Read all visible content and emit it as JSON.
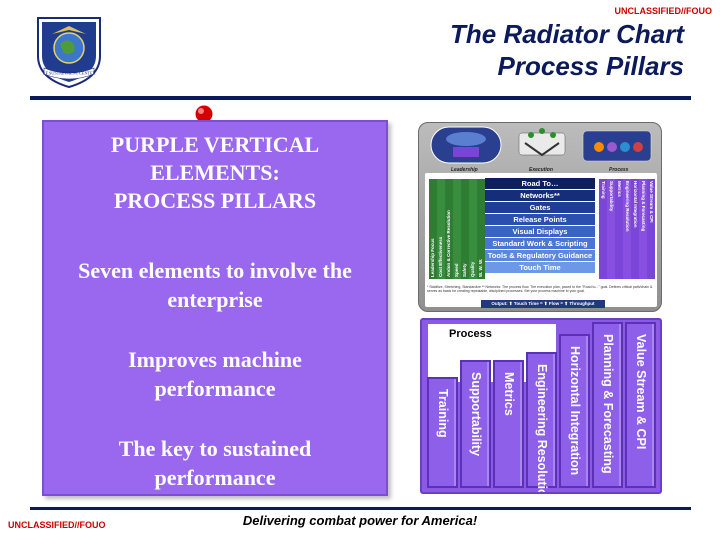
{
  "classification": "UNCLASSIFIED//FOUO",
  "logo": {
    "text": "AF SUSTAINMENT CENTER"
  },
  "title": {
    "line1": "The Radiator Chart",
    "line2": "Process Pillars"
  },
  "main_box": {
    "line1": "PURPLE VERTICAL",
    "line2": "ELEMENTS:",
    "line3": "PROCESS PILLARS",
    "para1_line1": "Seven elements to involve the",
    "para1_line2": "enterprise",
    "para2_line1": "Improves machine",
    "para2_line2": "performance",
    "para3_line1": "The key to sustained",
    "para3_line2": "performance"
  },
  "radiator": {
    "headers": [
      "Leadership",
      "Execution",
      "Process"
    ],
    "rows": [
      "Road To…",
      "Networks**",
      "Gates",
      "Release Points",
      "Visual Displays",
      "Standard Work & Scripting",
      "Tools & Regulatory Guidance",
      "Touch Time"
    ],
    "left_bars": [
      "Leadership Focus",
      "Cost Effectiveness",
      "Andon & Corrective Resolution",
      "Speed",
      "Safety",
      "Quality",
      "W. W. W."
    ],
    "right_bars": [
      "Training",
      "Supportability",
      "Metrics",
      "Engineering Resolution",
      "Horizontal Integration",
      "Planning & Forecasting",
      "Value Stream & CPI"
    ],
    "footnote": "* Stabilize, Stretching, Standardize   ** Networks: The process flow. The execution plan, paced to the \"Road to...\" goal. Defines critical path/chain & serves as basis for creating repeatable, disciplined processes. Set your process machine to your goal.",
    "output": "Output: ⬆ Touch Time = ⬆ Flow = ⬆ Throughput"
  },
  "pillars": {
    "label": "Process",
    "items": [
      "Training",
      "Supportability",
      "Metrics",
      "Engineering Resolution",
      "Horizontal Integration",
      "Planning & Forecasting",
      "Value Stream & CPI"
    ]
  },
  "tagline": "Delivering combat power for America!",
  "colors": {
    "navy": "#0b1a5c",
    "purple": "#9a67ef",
    "classification_red": "#cc0000"
  }
}
